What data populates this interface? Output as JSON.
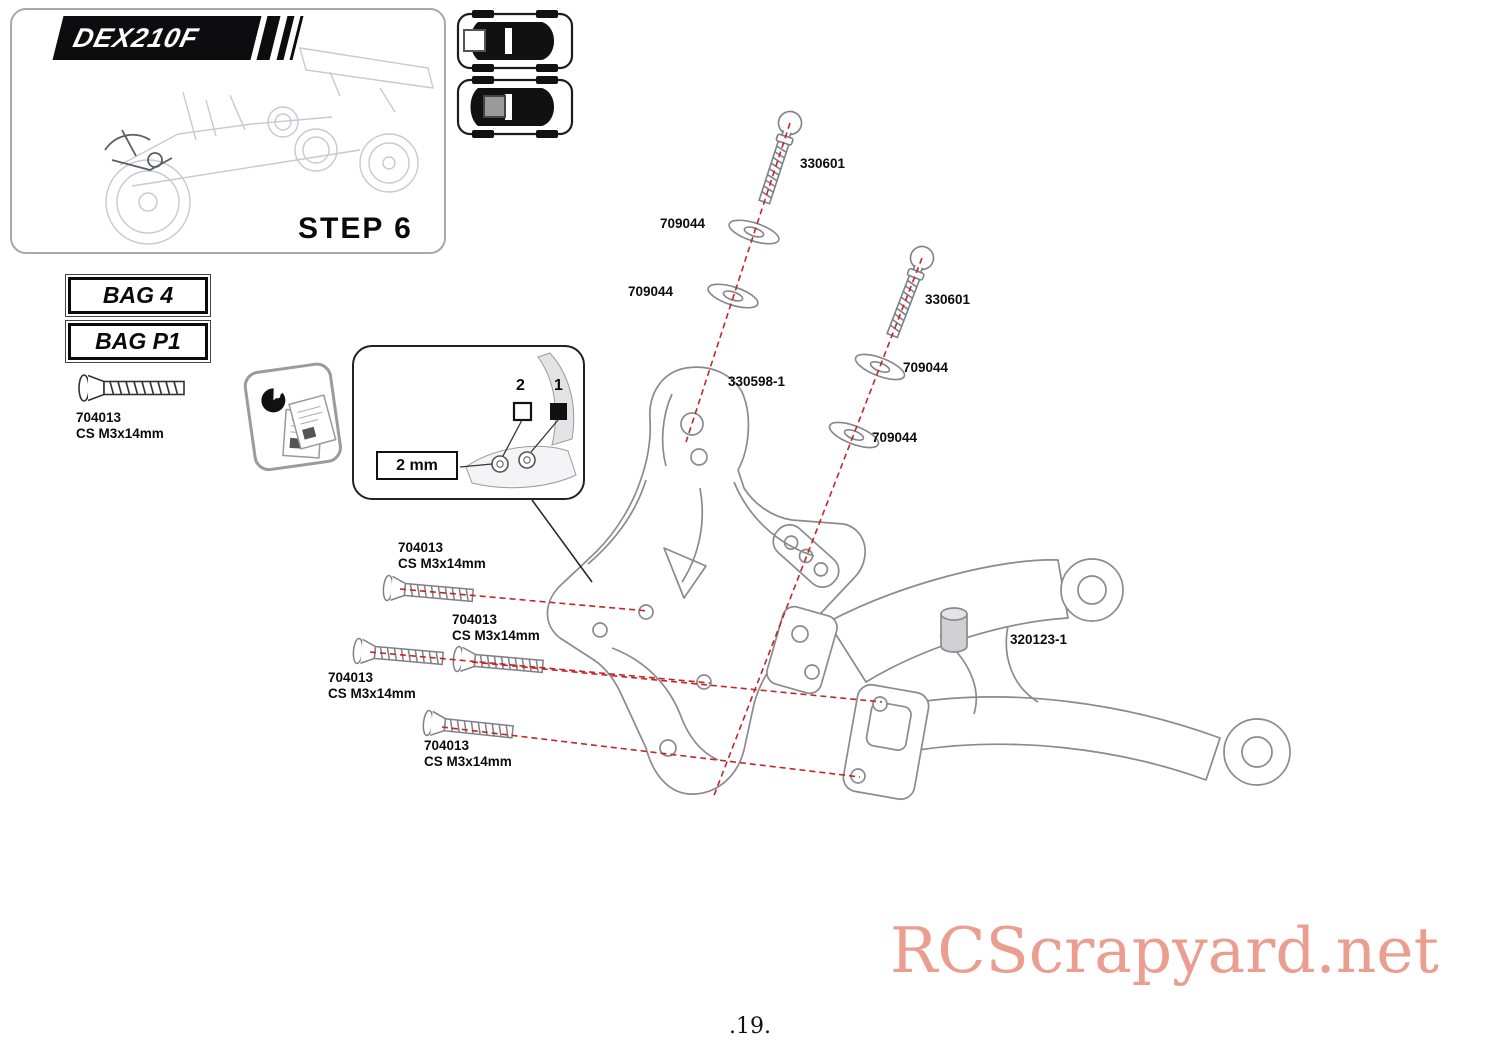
{
  "page": {
    "number": ".19.",
    "watermark": "RCScrapyard.net"
  },
  "header": {
    "logo": "DEX210F",
    "step": "STEP 6"
  },
  "bags": {
    "bag_a": "BAG 4",
    "bag_b": "BAG P1"
  },
  "legend": {
    "part": "704013",
    "spec": "CS M3x14mm"
  },
  "callout": {
    "left_num": "2",
    "right_num": "1",
    "measurement": "2 mm"
  },
  "part_labels": {
    "ball_stud": "330601",
    "washer": "709044",
    "tower": "330598-1",
    "bellcrank": "320123-1",
    "screw": "704013",
    "screw_spec": "CS M3x14mm"
  },
  "colors": {
    "assembly_line_red": "#c22727",
    "part_outline_gray": "#8a8a8f",
    "watermark_salmon": "#eb9e8f"
  }
}
